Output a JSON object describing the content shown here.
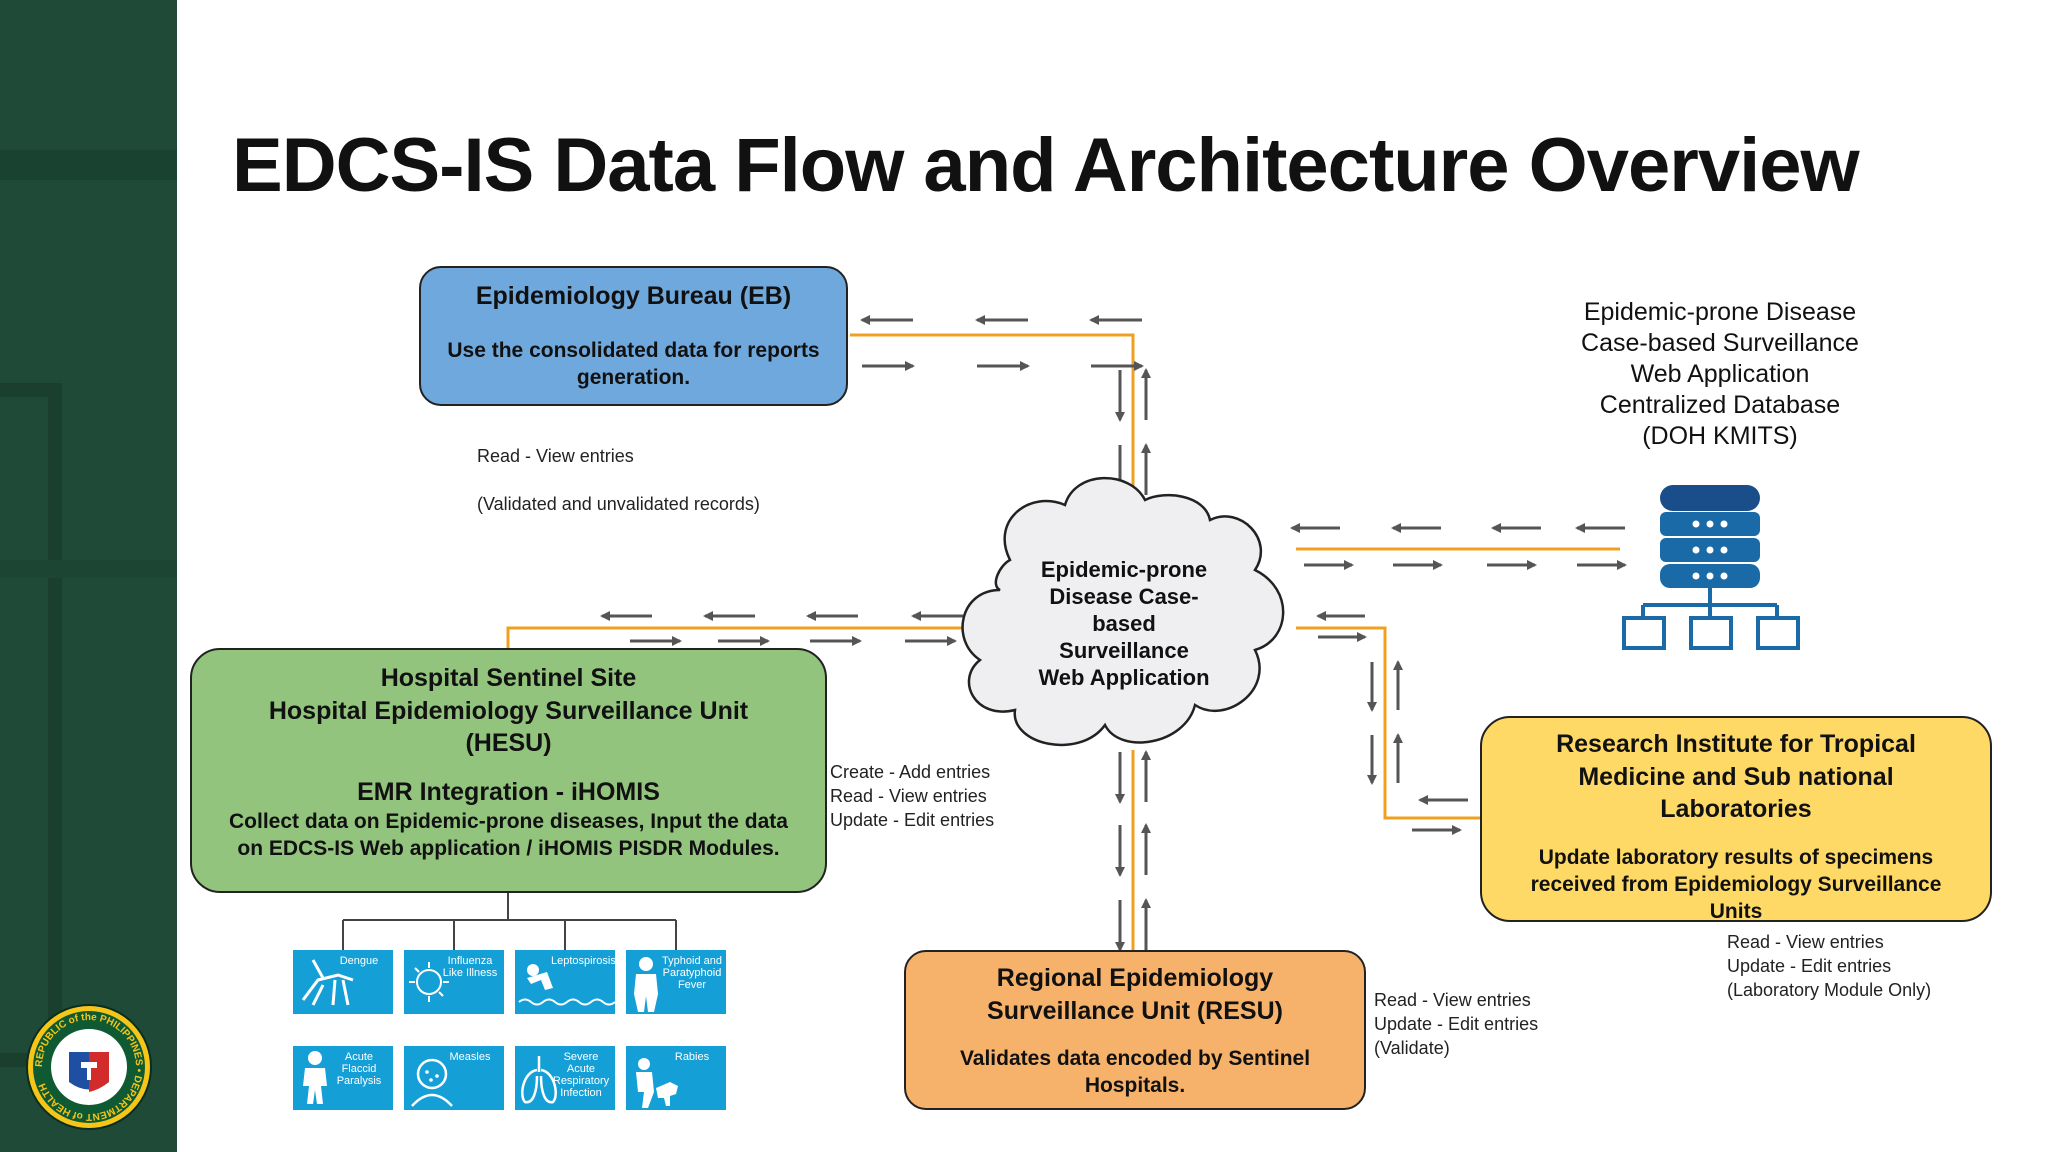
{
  "slide_title": "EDCS-IS Data Flow and Architecture Overview",
  "eb": {
    "title": "Epidemiology Bureau (EB)",
    "desc": "Use the consolidated data for reports generation.",
    "note_line1": "Read - View entries",
    "note_line2": "(Validated and unvalidated records)"
  },
  "database": {
    "label": "Epidemic-prone Disease\nCase-based Surveillance\nWeb Application\nCentralized Database\n(DOH KMITS)",
    "icon": "database-server-icon"
  },
  "cloud": {
    "label": "Epidemic-prone\nDisease Case-\nbased\nSurveillance\nWeb Application"
  },
  "hospital": {
    "title_line1": "Hospital Sentinel Site",
    "title_line2": "Hospital Epidemiology Surveillance Unit",
    "title_line3": "(HESU)",
    "emr_title": "EMR Integration - iHOMIS",
    "emr_desc": "Collect data on Epidemic-prone diseases, Input the data on EDCS-IS Web application / iHOMIS PISDR Modules.",
    "note": "Create - Add entries\nRead - View entries\nUpdate - Edit entries"
  },
  "ritm": {
    "title": "Research Institute for Tropical Medicine and Sub national Laboratories",
    "desc": "Update laboratory results of specimens received from Epidemiology Surveillance Units",
    "note": "Read - View entries\nUpdate - Edit entries\n(Laboratory Module Only)"
  },
  "resu": {
    "title": "Regional Epidemiology Surveillance Unit (RESU)",
    "desc": "Validates data encoded by Sentinel Hospitals.",
    "note": "Read - View entries\nUpdate - Edit entries\n(Validate)"
  },
  "diseases": [
    {
      "label": "Dengue",
      "icon": "mosquito-icon"
    },
    {
      "label": "Influenza Like Illness",
      "icon": "virus-icon"
    },
    {
      "label": "Leptospirosis",
      "icon": "swimmer-icon"
    },
    {
      "label": "Typhoid and Paratyphoid Fever",
      "icon": "sick-person-icon"
    },
    {
      "label": "Acute Flaccid Paralysis",
      "icon": "child-icon"
    },
    {
      "label": "Measles",
      "icon": "face-spots-icon"
    },
    {
      "label": "Severe Acute Respiratory Infection",
      "icon": "lungs-icon"
    },
    {
      "label": "Rabies",
      "icon": "dog-bite-icon"
    }
  ],
  "logo": {
    "text": "REPUBLIC of the PHILIPPINES • DEPARTMENT of HEALTH",
    "icon": "doh-seal-icon"
  },
  "colors": {
    "sidebar": "#1f4a37",
    "eb_fill": "#6fa8dc",
    "hospital_fill": "#93c47d",
    "ritm_fill": "#ffd966",
    "resu_fill": "#f6b26b",
    "connector": "#f0a020",
    "arrow": "#555555",
    "tile": "#14a0d7",
    "db_icon": "#1a6aa8"
  }
}
